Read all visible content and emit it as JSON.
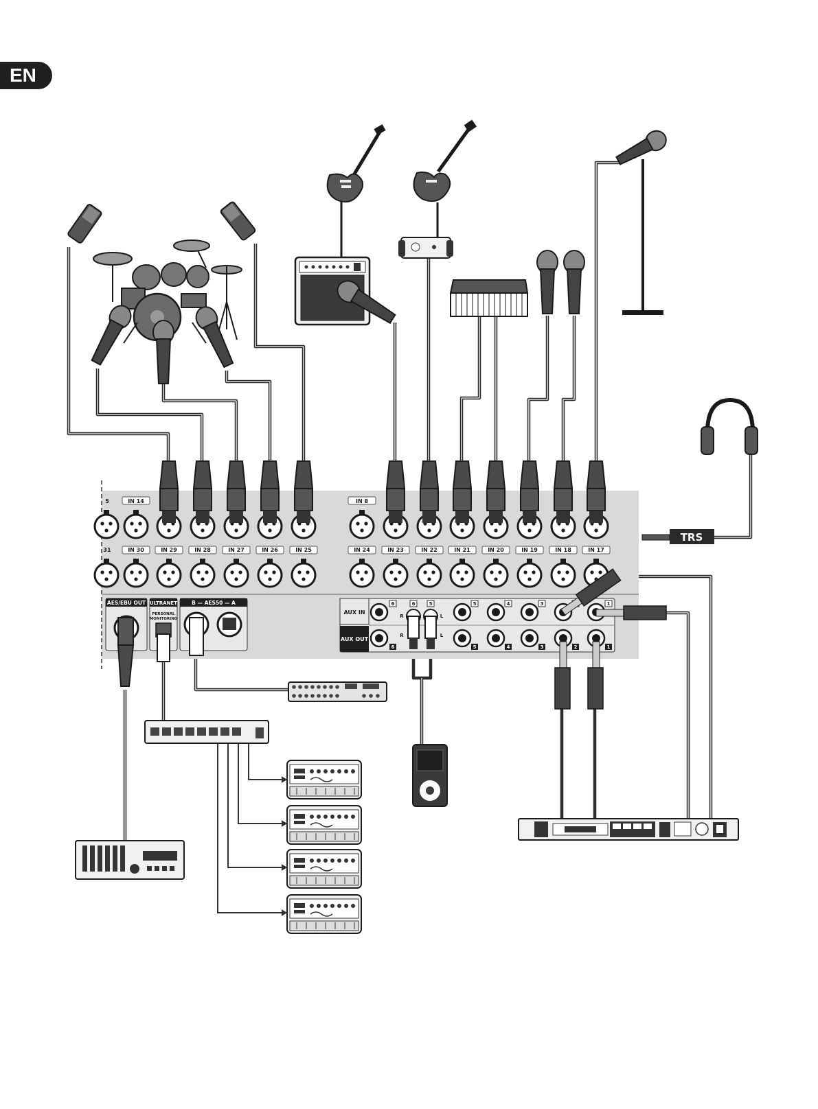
{
  "language_badge": "EN",
  "panel": {
    "top_inputs": [
      "IN 14",
      "IN 8"
    ],
    "top_partial": "5",
    "bottom_inputs": [
      "IN 30",
      "IN 29",
      "IN 28",
      "IN 27",
      "IN 26",
      "IN 25",
      "IN 24",
      "IN 23",
      "IN 22",
      "IN 21",
      "IN 20",
      "IN 19",
      "IN 18",
      "IN 17"
    ],
    "bottom_partial": "31",
    "aes_ebu": "AES/EBU OUT",
    "ultranet": "ULTRANET",
    "personal_monitoring_1": "PERSONAL",
    "personal_monitoring_2": "MONITORING",
    "aes50": "B — AES50 — A",
    "aux_in": "AUX IN",
    "aux_out": "AUX OUT",
    "aux_numbers": [
      "6",
      "5",
      "4",
      "3",
      "2",
      "1"
    ],
    "r": "R",
    "l": "L"
  },
  "headphone_plug": "TRS",
  "colors": {
    "line": "#2a2a2a",
    "panel": "#d9d9d9",
    "dark": "#1f1f1f"
  }
}
